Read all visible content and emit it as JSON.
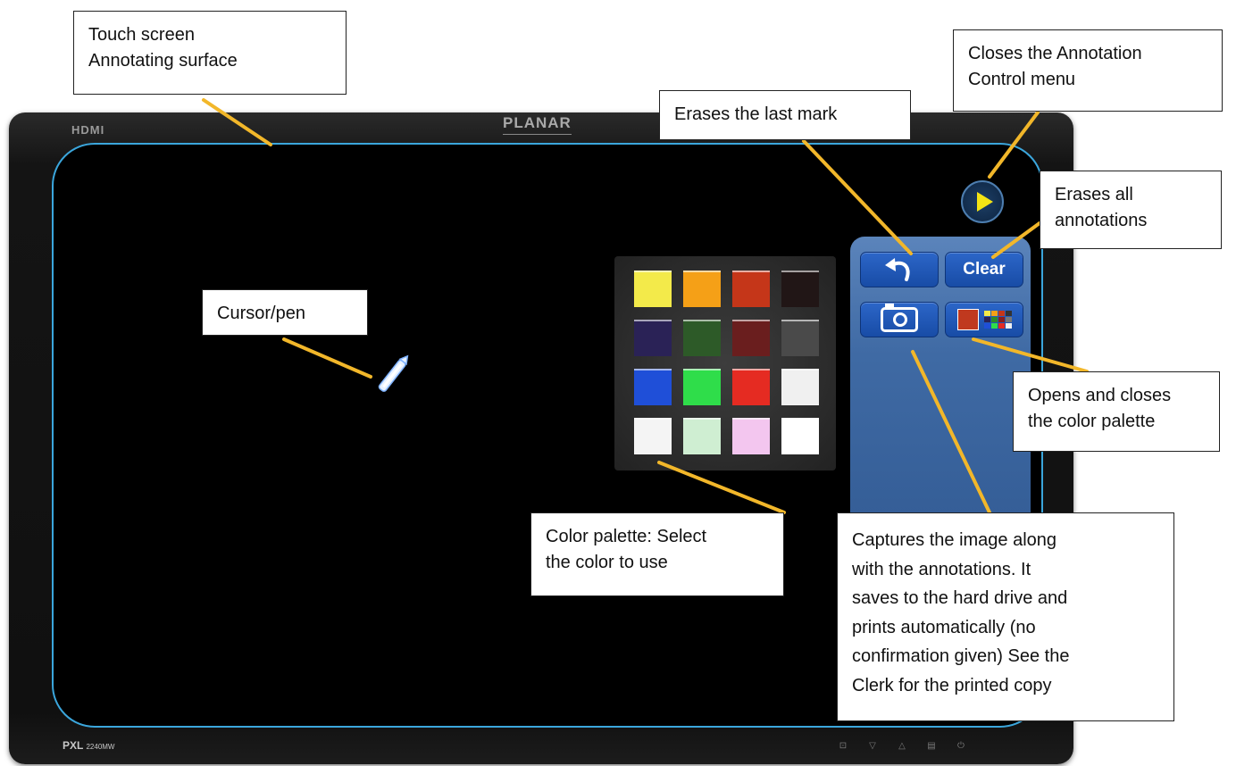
{
  "monitor": {
    "logo_left": "HDMI",
    "logo_center": "PLANAR",
    "model_name": "PXL",
    "model_number": "2240MW",
    "hardware_buttons": [
      "⊡",
      "▽",
      "△",
      "▤",
      "⏻"
    ]
  },
  "annotation_menu": {
    "clear_label": "Clear",
    "icons": [
      "undo-icon",
      "camera-icon",
      "color-palette-icon",
      "play-icon"
    ]
  },
  "palette": {
    "colors": [
      "#f3ea4a",
      "#f5a017",
      "#c53619",
      "#211616",
      "#2a2256",
      "#2d5a28",
      "#6a1e1e",
      "#4a4a4a",
      "#1f4fd8",
      "#2fdd4a",
      "#e52b22",
      "#f0f0f0",
      "#f4f4f4",
      "#cfeed2",
      "#f3c6ef",
      "#ffffff"
    ]
  },
  "callouts": {
    "touch_screen": "Touch screen\nAnnotating surface",
    "cursor_pen": "Cursor/pen",
    "erases_last": "Erases the last mark",
    "closes_menu": "Closes the Annotation\nControl menu",
    "erases_all": "Erases all\nannotations",
    "opens_palette": "Opens and closes\nthe color palette",
    "color_palette": "Color palette: Select\nthe color to use",
    "captures_image": "Captures the image along\nwith the annotations. It\nsaves to the hard drive and\nprints automatically (no\nconfirmation given) See the\nClerk for the  printed copy"
  },
  "colors": {
    "screen_border": "#3ba6dc",
    "leader_line": "#f2b72a",
    "button_blue": "#1f58b8",
    "panel_blue": "#4a76b0"
  }
}
